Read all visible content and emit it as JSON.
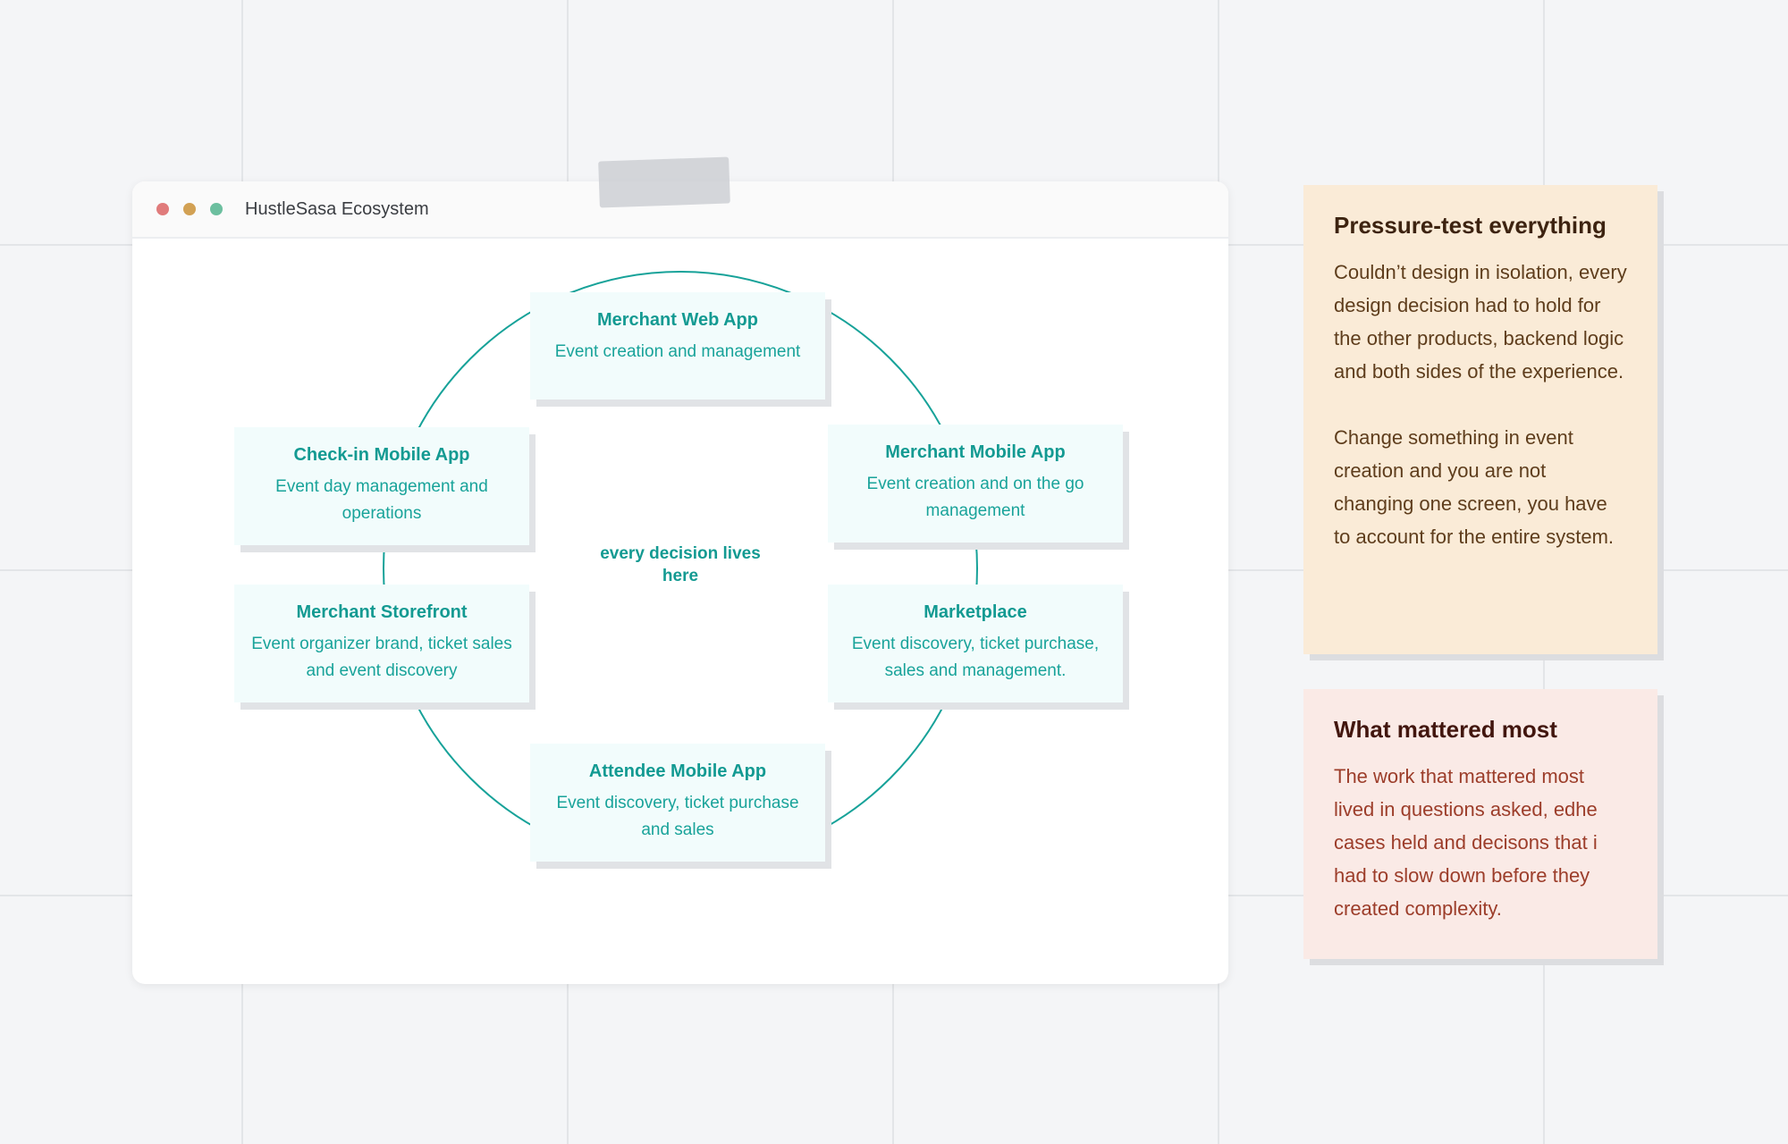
{
  "window": {
    "title": "HustleSasa Ecosystem"
  },
  "diagram": {
    "center_label": "every decision lives here",
    "nodes": [
      {
        "id": "merchant-web-app",
        "title": "Merchant Web App",
        "desc": "Event creation and management"
      },
      {
        "id": "merchant-mobile-app",
        "title": "Merchant Mobile App",
        "desc": "Event creation and on the go management"
      },
      {
        "id": "marketplace",
        "title": "Marketplace",
        "desc": "Event discovery, ticket purchase, sales and management."
      },
      {
        "id": "attendee-mobile-app",
        "title": "Attendee Mobile App",
        "desc": "Event discovery, ticket purchase and sales"
      },
      {
        "id": "merchant-storefront",
        "title": "Merchant Storefront",
        "desc": "Event organizer brand, ticket sales and event discovery"
      },
      {
        "id": "check-in-mobile-app",
        "title": "Check-in Mobile App",
        "desc": "Event day management and operations"
      }
    ],
    "ring_color": "#17a299",
    "node_fill": "#f2fcfc"
  },
  "notes": [
    {
      "heading": "Pressure-test everything",
      "paragraphs": [
        "Couldn’t design in isolation, every design decision had to hold for the other products, backend logic and both sides of the experience.",
        "Change something in event creation and you are not changing one screen, you have to account for the entire system."
      ],
      "color": "#faebd7"
    },
    {
      "heading": "What mattered most",
      "paragraphs": [
        "The work that mattered most lived in questions asked, edhe cases held and decisons that i had to slow down before they created complexity."
      ],
      "color": "#faeae6"
    }
  ]
}
